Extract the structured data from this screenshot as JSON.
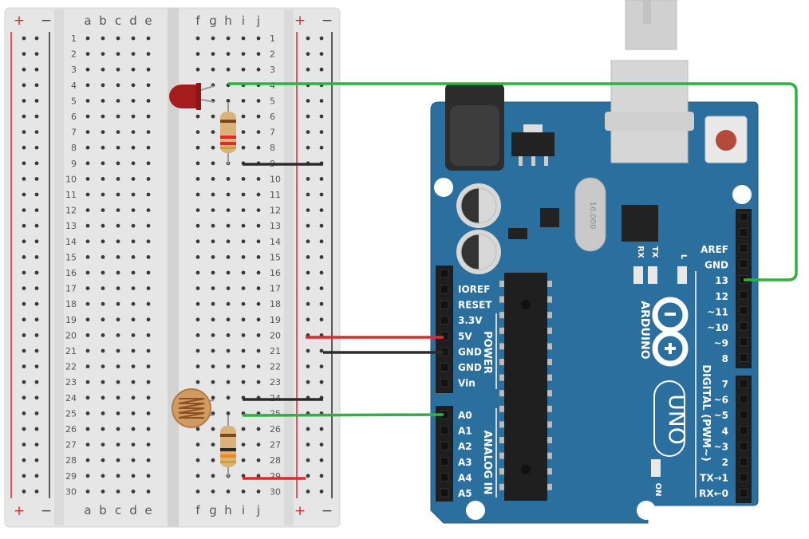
{
  "breadboard": {
    "column_letters_left": [
      "a",
      "b",
      "c",
      "d",
      "e"
    ],
    "column_letters_right": [
      "f",
      "g",
      "h",
      "i",
      "j"
    ],
    "row_count": 30,
    "rail_plus": "+",
    "rail_minus": "−"
  },
  "arduino": {
    "brand": "ARDUINO",
    "model": "UNO",
    "crystal_label": "16.000",
    "power_header_labels": [
      "IOREF",
      "RESET",
      "3.3V",
      "5V",
      "GND",
      "GND",
      "Vin"
    ],
    "power_group_label": "POWER",
    "analog_header_labels": [
      "A0",
      "A1",
      "A2",
      "A3",
      "A4",
      "A5"
    ],
    "analog_group_label": "ANALOG IN",
    "digital_top_labels": [
      "AREF",
      "GND",
      "13",
      "12",
      "~11",
      "~10",
      "~9",
      "8"
    ],
    "digital_bottom_labels": [
      "7",
      "~6",
      "~5",
      "4",
      "~3",
      "2",
      "TX→1",
      "RX←0"
    ],
    "digital_group_label": "DIGITAL (PWM~)",
    "led_labels": [
      "RX",
      "TX",
      "L"
    ],
    "on_label": "ON"
  },
  "colors": {
    "board_blue": "#2a6f9e",
    "wire_green": "#2db33d",
    "wire_red": "#e0282e",
    "wire_black": "#2b2b2b",
    "led_red": "#a61c1c",
    "breadboard": "#e6e6e6"
  }
}
